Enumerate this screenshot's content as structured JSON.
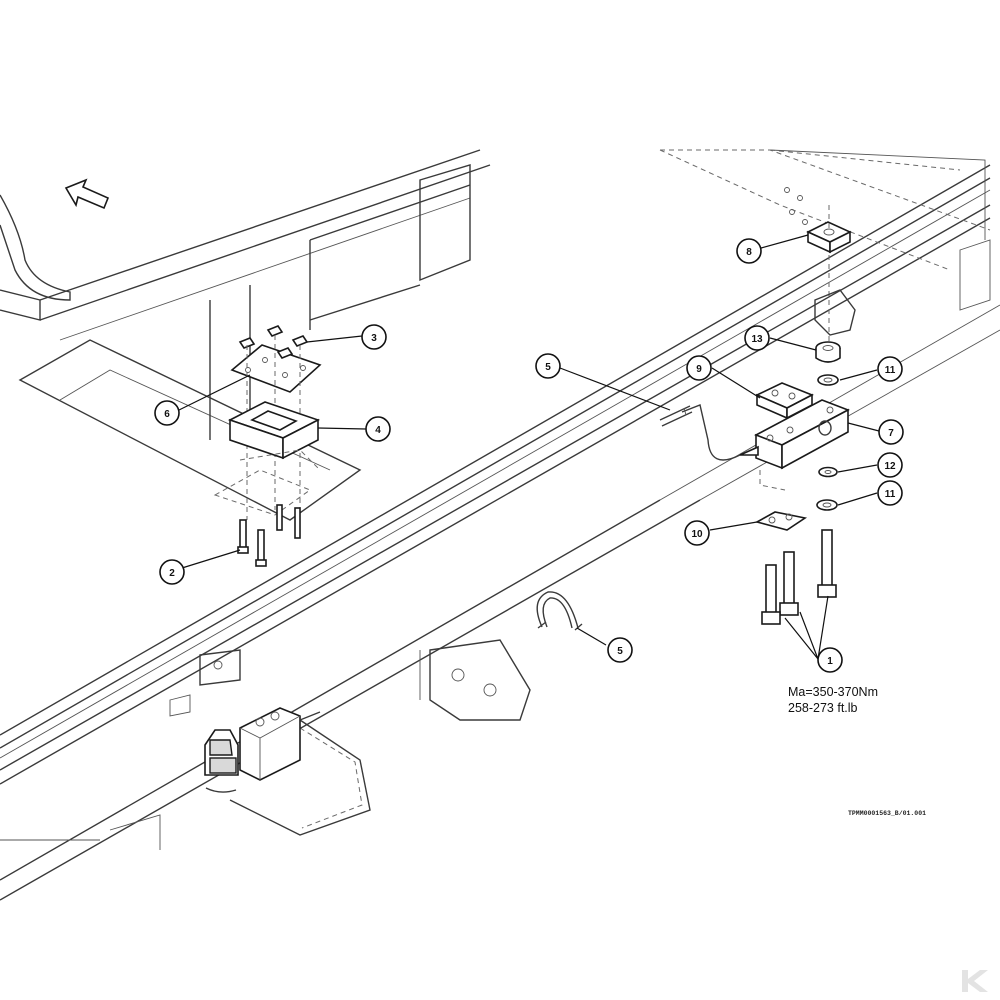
{
  "callouts": {
    "c1": "1",
    "c2": "2",
    "c3": "3",
    "c4": "4",
    "c5a": "5",
    "c5b": "5",
    "c6": "6",
    "c7": "7",
    "c8": "8",
    "c9": "9",
    "c10": "10",
    "c11a": "11",
    "c11b": "11",
    "c12": "12",
    "c13": "13"
  },
  "torque": {
    "line1": "Ma=350-370Nm",
    "line2": "258-273 ft.lb"
  },
  "drawing_code": "TPMM0001563_B/01.001",
  "direction_arrow": "arrow-icon",
  "watermark": "K"
}
